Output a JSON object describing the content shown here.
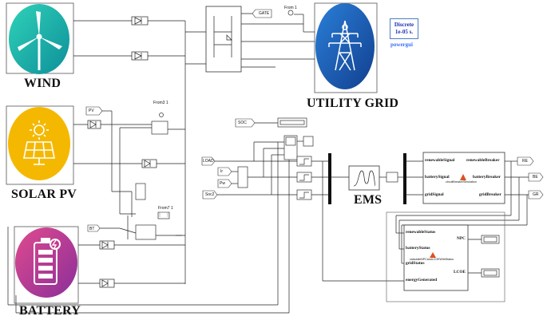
{
  "sources": {
    "wind": "WIND",
    "solar": "SOLAR PV",
    "battery": "BATTERY",
    "grid": "UTILITY GRID"
  },
  "ems": {
    "label": "EMS"
  },
  "powergui": {
    "mode": "Discrete",
    "step": "1e-05 s.",
    "name": "powergui"
  },
  "tags": {
    "gate": "GATE",
    "from1": "From 1",
    "from3": "From3 1",
    "from7": "From7 1",
    "pv": "PV",
    "bt": "BT",
    "soc": "SOC",
    "load": "LOAD",
    "ir": "Ir",
    "pw": "Pw",
    "soc2": "Soc2",
    "re": "RE",
    "be": "BE",
    "gr": "GR"
  },
  "breaker_block": {
    "in_renewable": "renewableSignal",
    "in_battery": "batterySignal",
    "in_grid": "gridSignal",
    "out_renewable": "renewableBreaker",
    "out_battery": "batteryBreaker",
    "out_grid": "gridBreaker",
    "caption": "circuitBreakerSimulation"
  },
  "econ_block": {
    "in_renewable": "renewableStatus",
    "in_battery": "batteryStatus",
    "in_grid": "gridStatus",
    "in_energy": "energyGenerated",
    "out_npc": "NPC",
    "out_lcoe": "LCOE",
    "caption": "calculateNPCandLCOEWithStatus"
  },
  "colors": {
    "wind_circle": "#1fb8a6",
    "solar_circle": "#f5b800",
    "battery_circle": "#c43a88",
    "grid_circle": "#1b5fb5",
    "wire": "#222222"
  }
}
